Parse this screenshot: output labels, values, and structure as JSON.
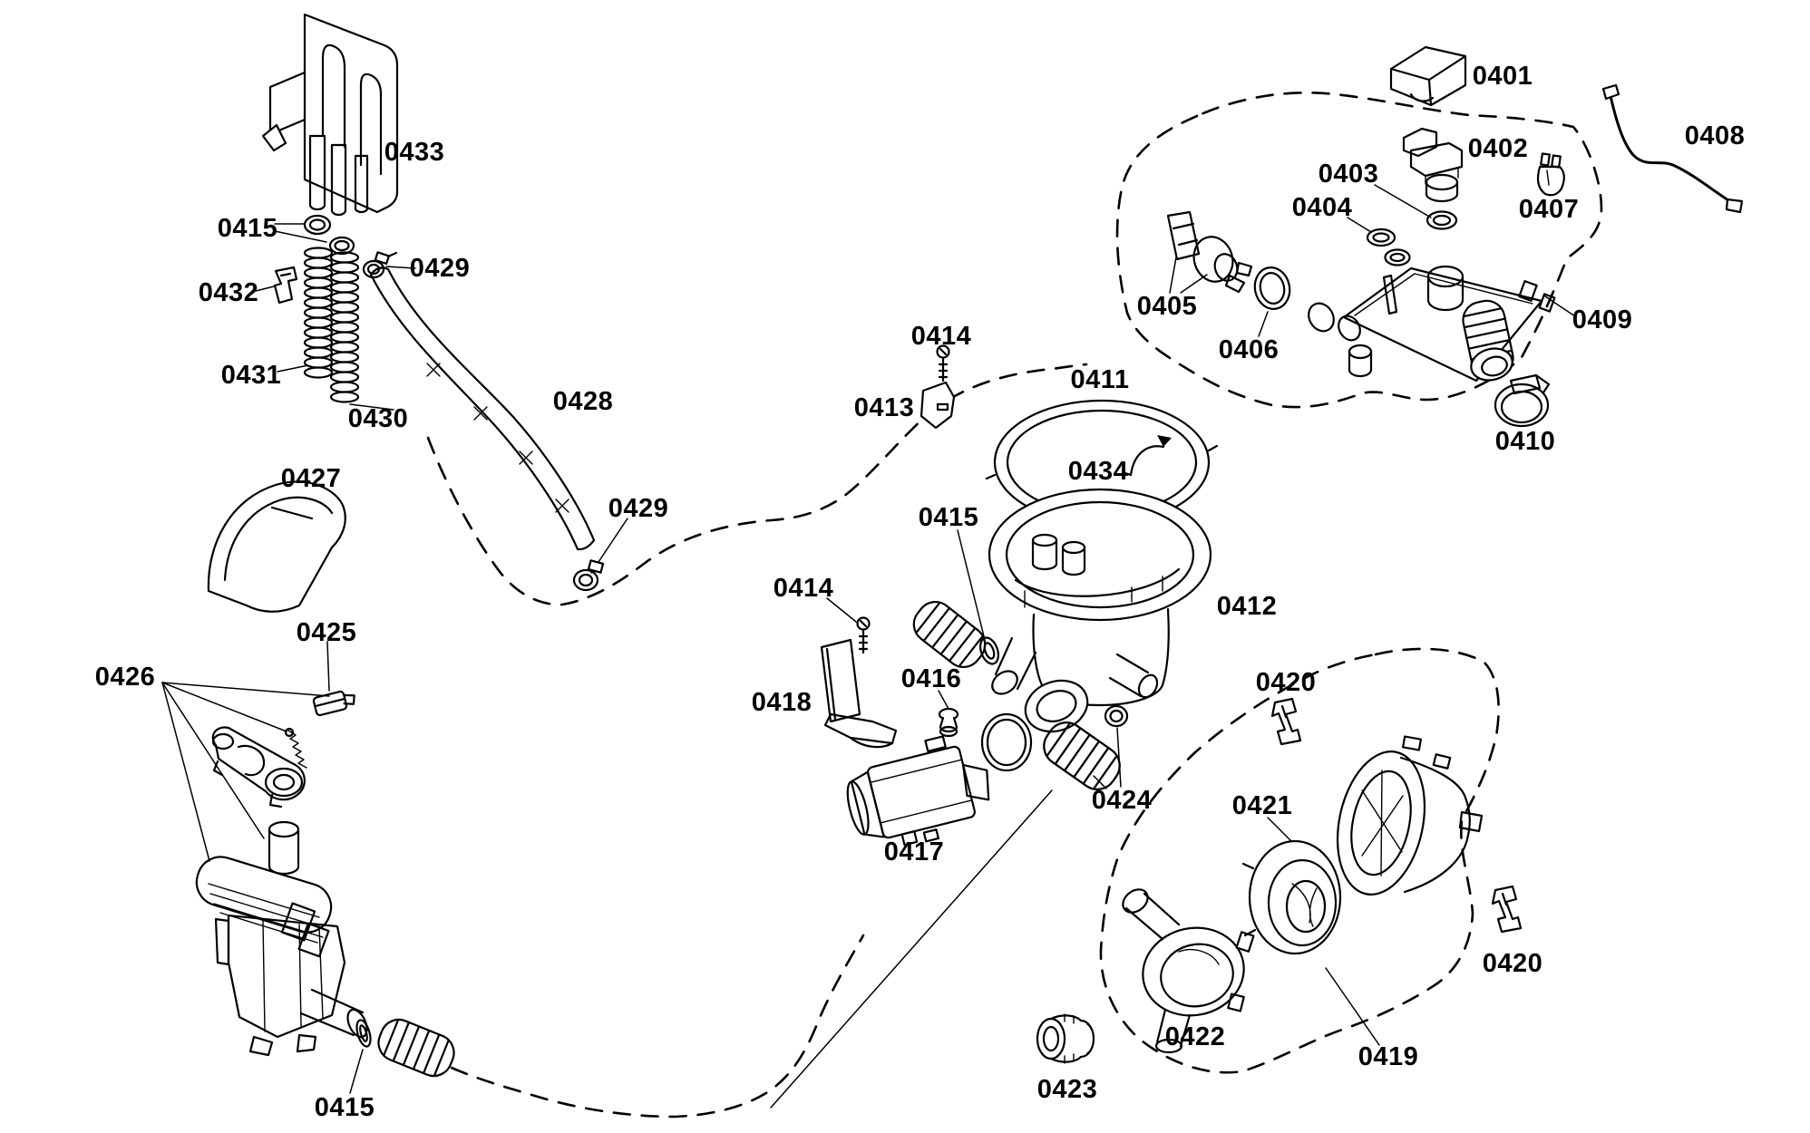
{
  "diagram": {
    "background": "#ffffff",
    "ink": "#000000",
    "kind": "exploded-parts-diagram"
  },
  "labels": [
    {
      "part": "0433"
    },
    {
      "part": "0415"
    },
    {
      "part": "0429"
    },
    {
      "part": "0432"
    },
    {
      "part": "0431"
    },
    {
      "part": "0430"
    },
    {
      "part": "0428"
    },
    {
      "part": "0429"
    },
    {
      "part": "0427"
    },
    {
      "part": "0425"
    },
    {
      "part": "0426"
    },
    {
      "part": "0415"
    },
    {
      "part": "0414"
    },
    {
      "part": "0413"
    },
    {
      "part": "0411"
    },
    {
      "part": "0434"
    },
    {
      "part": "0412"
    },
    {
      "part": "0415"
    },
    {
      "part": "0414"
    },
    {
      "part": "0418"
    },
    {
      "part": "0416"
    },
    {
      "part": "0417"
    },
    {
      "part": "0424"
    },
    {
      "part": "0401"
    },
    {
      "part": "0402"
    },
    {
      "part": "0403"
    },
    {
      "part": "0404"
    },
    {
      "part": "0405"
    },
    {
      "part": "0406"
    },
    {
      "part": "0407"
    },
    {
      "part": "0408"
    },
    {
      "part": "0409"
    },
    {
      "part": "0410"
    },
    {
      "part": "0420"
    },
    {
      "part": "0421"
    },
    {
      "part": "0420"
    },
    {
      "part": "0422"
    },
    {
      "part": "0423"
    },
    {
      "part": "0419"
    }
  ]
}
